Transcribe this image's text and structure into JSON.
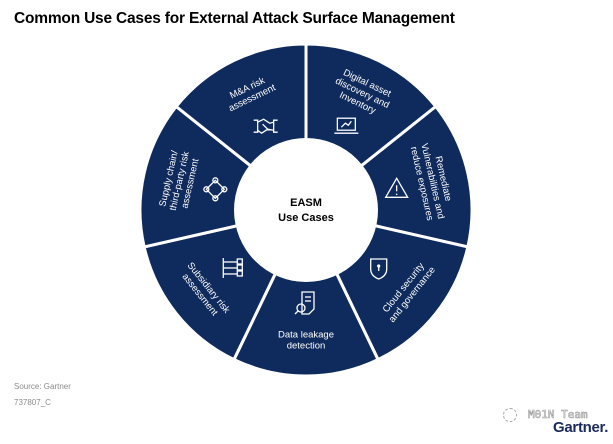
{
  "title": "Common Use Cases for External Attack Surface Management",
  "center": {
    "line1": "EASM",
    "line2": "Use Cases"
  },
  "colors": {
    "segment": "#0f2a5c",
    "divider": "#ffffff",
    "center": "#ffffff",
    "brand": "#1b2a5e"
  },
  "segments": [
    {
      "lines": [
        "Digital asset",
        "discovery and",
        "Inventory"
      ],
      "icon": "laptop-chart-icon"
    },
    {
      "lines": [
        "Remediate",
        "Vulnerabilities and",
        "reduce exposures"
      ],
      "icon": "warning-triangle-icon"
    },
    {
      "lines": [
        "Cloud security",
        "and governance"
      ],
      "icon": "shield-lock-icon"
    },
    {
      "lines": [
        "Data leakage",
        "detection"
      ],
      "icon": "document-search-icon"
    },
    {
      "lines": [
        "Subsidiary risk",
        "assessment"
      ],
      "icon": "hierarchy-icon"
    },
    {
      "lines": [
        "Supply chain/",
        "third-party risk",
        "assessment"
      ],
      "icon": "network-nodes-icon"
    },
    {
      "lines": [
        "M&A risk",
        "assessment"
      ],
      "icon": "handshake-icon"
    }
  ],
  "footer": {
    "source": "Source: Gartner",
    "code": "737807_C"
  },
  "watermark": "M01N Team",
  "brand": "Gartner"
}
